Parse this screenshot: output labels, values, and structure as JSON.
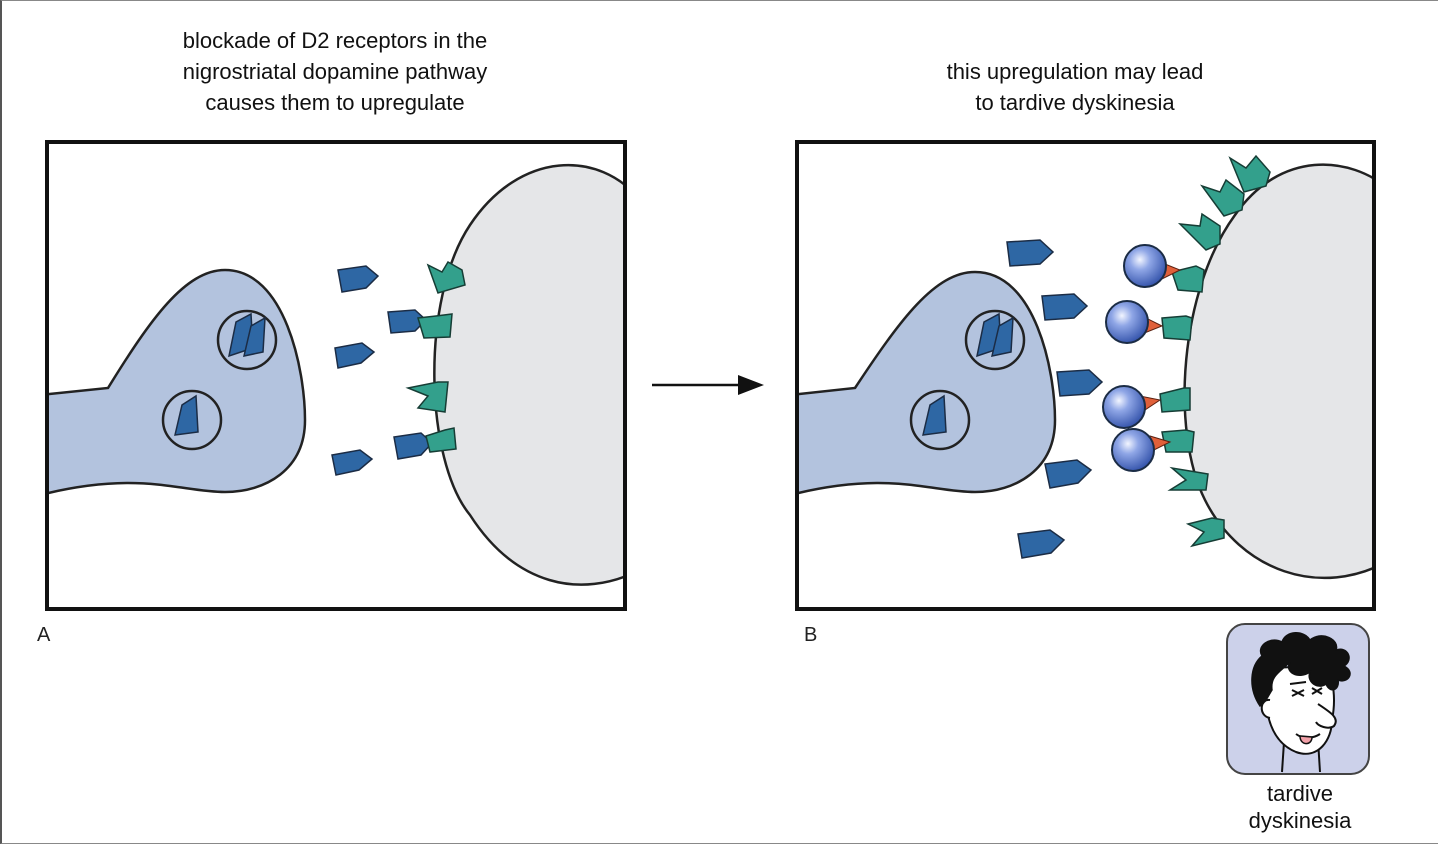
{
  "panel_a": {
    "caption_lines": [
      "blockade of D2 receptors in the",
      "nigrostriatal dopamine pathway",
      "causes them to upregulate"
    ],
    "label": "A"
  },
  "panel_b": {
    "caption_lines": [
      "this upregulation may lead",
      "to tardive dyskinesia"
    ],
    "label": "B"
  },
  "inset": {
    "label_lines": [
      "tardive",
      "dyskinesia"
    ],
    "icon": "face-with-messy-hair"
  },
  "colors": {
    "presynaptic": "#b3c3de",
    "postsynaptic": "#e5e6e8",
    "dopamine": "#2e67a4",
    "receptor": "#33a08c",
    "antagonist": "#4b6fc9",
    "antagonist_tip": "#e0603a",
    "inset_bg": "#ccd1ea"
  }
}
